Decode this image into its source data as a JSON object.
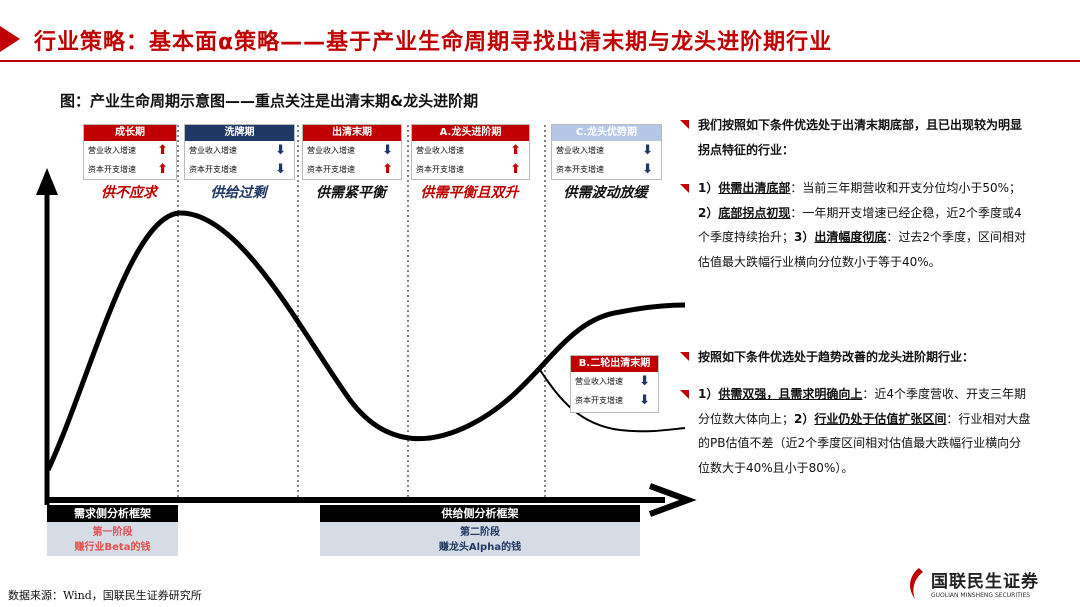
{
  "header": {
    "title": "行业策略：基本面α策略——基于产业生命周期寻找出清末期与龙头进阶期行业"
  },
  "figure": {
    "title": "图：产业生命周期示意图——重点关注是出清末期&龙头进阶期",
    "row_labels": {
      "revenue": "营业收入增速",
      "capex": "资本开支增速"
    },
    "phases": [
      {
        "name": "成长期",
        "color": "#c00000",
        "revenue": "up",
        "capex": "up",
        "slogan": "供不应求",
        "slogan_color": "#c00000"
      },
      {
        "name": "洗牌期",
        "color": "#1f3864",
        "revenue": "down",
        "capex": "down",
        "slogan": "供给过剩",
        "slogan_color": "#1f3864"
      },
      {
        "name": "出清末期",
        "color": "#c00000",
        "revenue": "down",
        "capex": "up",
        "slogan": "供需紧平衡",
        "slogan_color": "#111111"
      },
      {
        "name": "A.龙头进阶期",
        "color": "#c00000",
        "revenue": "up",
        "capex": "up",
        "slogan": "供需平衡且双升",
        "slogan_color": "#c00000"
      },
      {
        "name": "C.龙头优势期",
        "color": "#b4c7e7",
        "revenue": "down",
        "capex": "down",
        "slogan": "供需波动放缓",
        "slogan_color": "#111111"
      }
    ],
    "branch_b": {
      "name": "B.二轮出清末期",
      "revenue": "down",
      "capex": "down"
    },
    "demand_framework": {
      "label": "需求侧分析框架",
      "stage": "第一阶段",
      "desc": "赚行业Beta的钱"
    },
    "supply_framework": {
      "label": "供给侧分析框架",
      "stage": "第二阶段",
      "desc": "赚龙头Alpha的钱"
    }
  },
  "right": {
    "p1": "我们按照如下条件优选处于出清末期底部，且已出现较为明显拐点特征的行业：",
    "p2": {
      "n1": "1）",
      "t1": "供需出清底部",
      "b1": "：当前三年期营收和开支分位均小于50%；",
      "n2": "2）",
      "t2": "底部拐点初现",
      "b2": "：一年期开支增速已经企稳，近2个季度或4个季度持续抬升；",
      "n3": "3）",
      "t3": "出清幅度彻底",
      "b3": "：过去2个季度，区间相对估值最大跌幅行业横向分位数小于等于40%。"
    },
    "p3": "按照如下条件优选处于趋势改善的龙头进阶期行业：",
    "p4": {
      "n1": "1）",
      "t1": "供需双强，且需求明确向上",
      "b1": "：近4个季度营收、开支三年期分位数大体向上；",
      "n2": "2）",
      "t2": "行业仍处于估值扩张区间",
      "b2": "：行业相对大盘的PB估值不差（近2个季度区间相对估值最大跌幅行业横向分位数大于40%且小于80%）。"
    }
  },
  "footer": {
    "source": "数据来源：Wind，国联民生证券研究所",
    "logo_cn": "国联民生证券",
    "logo_en": "GUOLIAN MINSHENG SECURITIES"
  }
}
